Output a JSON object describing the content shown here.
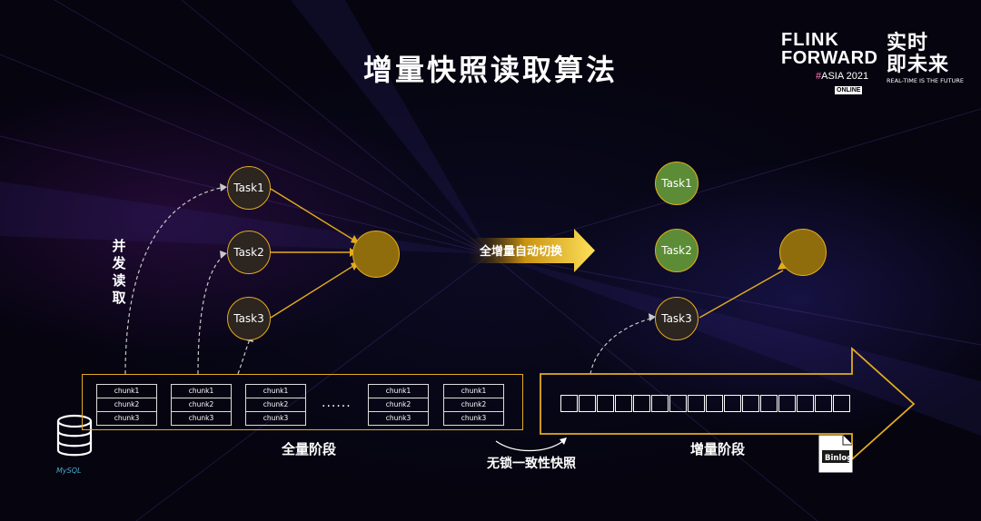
{
  "title": "增量快照读取算法",
  "logo": {
    "line1": "FLINK",
    "line2": "FORWARD",
    "hash": "#",
    "asia": "ASIA 2021",
    "online": "ONLINE",
    "cn1": "实时",
    "cn2": "即未来",
    "tagline": "REAL-TIME IS THE FUTURE"
  },
  "left": {
    "vertical_label": [
      "并",
      "发",
      "读",
      "取"
    ],
    "tasks": [
      "Task1",
      "Task2",
      "Task3"
    ],
    "chunk_labels": [
      "chunk1",
      "chunk2",
      "chunk3"
    ],
    "ellipsis": "......",
    "stage_label": "全量阶段"
  },
  "switch_label": "全增量自动切换",
  "right": {
    "tasks": [
      "Task1",
      "Task2",
      "Task3"
    ],
    "stage_label": "增量阶段",
    "binlog": "Binlog"
  },
  "lockless_label": "无锁一致性快照",
  "mysql": "MySQL",
  "colors": {
    "accent": "#e3ac1e",
    "green": "#5c8d36",
    "gold": "#8f6d0d",
    "dark": "#2c2520"
  }
}
